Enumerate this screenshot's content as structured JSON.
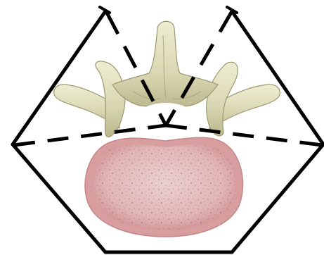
{
  "figure": {
    "subject": "lumbar-vertebra-superior-view",
    "colors": {
      "background": "#ffffff",
      "outline": "#000000",
      "bone_fill": "#d9d7b2",
      "bone_shadow": "#a8a57a",
      "bone_highlight": "#eeedd2",
      "disc_fill": "#e2b6b6",
      "disc_rim": "#d89d9f",
      "disc_speckle": "#8a6a6a",
      "canal_fill": "#ffffff"
    },
    "overlay": {
      "shape": "hexagon",
      "line_style_outer": "solid",
      "line_style_inner": "dashed"
    }
  }
}
